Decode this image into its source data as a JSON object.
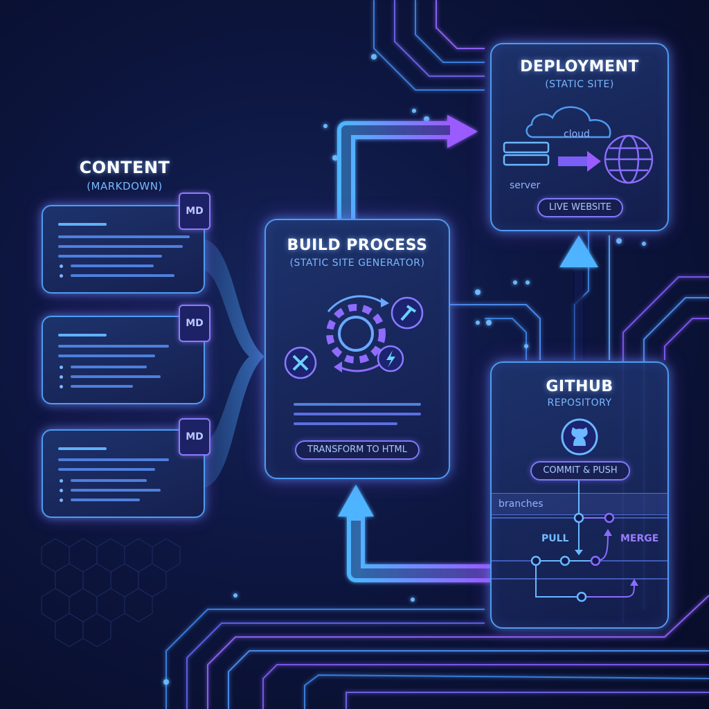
{
  "content": {
    "title": "CONTENT",
    "subtitle": "(MARKDOWN)",
    "badge": "MD"
  },
  "build": {
    "title": "BUILD PROCESS",
    "subtitle": "(STATIC SITE GENERATOR)",
    "pill": "TRANSFORM TO HTML"
  },
  "deployment": {
    "title": "DEPLOYMENT",
    "subtitle": "(STATIC SITE)",
    "cloud_label": "cloud",
    "server_label": "server",
    "pill": "LIVE WEBSITE"
  },
  "github": {
    "title": "GITHUB",
    "subtitle": "REPOSITORY",
    "pill": "COMMIT & PUSH",
    "branches_label": "branches",
    "pull_label": "PULL",
    "merge_label": "MERGE"
  },
  "colors": {
    "cyan": "#4fb4ff",
    "violet": "#9a5cff",
    "background": "#0b1233"
  },
  "icons": [
    "file-icon",
    "gear-icon",
    "hammer-icon",
    "wrench-screwdriver-icon",
    "lightning-icon",
    "cloud-icon",
    "server-icon",
    "globe-icon",
    "github-icon",
    "arrow-icon"
  ]
}
